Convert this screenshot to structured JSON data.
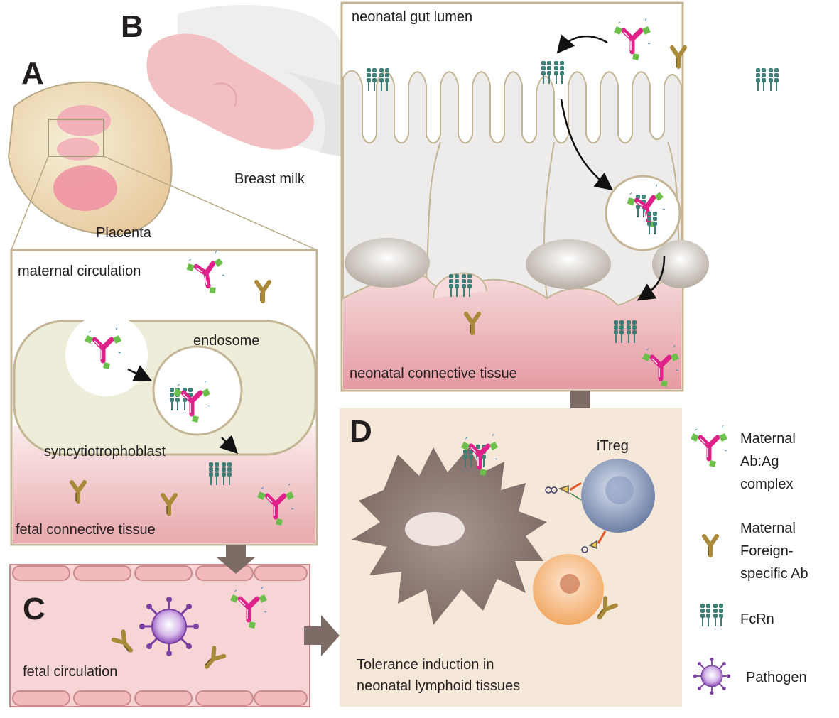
{
  "panels": {
    "a": {
      "letter": "A",
      "placenta_label": "Placenta"
    },
    "b": {
      "letter": "B",
      "breast_milk_label": "Breast milk",
      "gut_lumen_label": "neonatal gut lumen",
      "connective_tissue_label": "neonatal connective tissue"
    },
    "placenta_detail": {
      "maternal_circulation_label": "maternal circulation",
      "endosome_label": "endosome",
      "syncytiotrophoblast_label": "syncytiotrophoblast",
      "fetal_connective_label": "fetal connective tissue"
    },
    "c": {
      "letter": "C",
      "fetal_circulation_label": "fetal circulation"
    },
    "d": {
      "letter": "D",
      "itreg_label": "iTreg",
      "tolerance_line1": "Tolerance induction in",
      "tolerance_line2": "neonatal lymphoid tissues"
    }
  },
  "legend": {
    "items": [
      {
        "icon": "ab-ag-complex-icon",
        "lines": [
          "Maternal",
          "Ab:Ag",
          "complex"
        ]
      },
      {
        "icon": "antibody-icon",
        "lines": [
          "Maternal",
          "Foreign-",
          "specific Ab"
        ]
      },
      {
        "icon": "fcrn-icon",
        "lines": [
          "FcRn"
        ]
      },
      {
        "icon": "pathogen-icon",
        "lines": [
          "Pathogen"
        ]
      }
    ]
  },
  "colors": {
    "complex_pink": "#e0218a",
    "antigen_green": "#6cbf4b",
    "antibody_gold": "#a88a3a",
    "fcrn_teal": "#3f7f76",
    "pathogen_purple": "#7b3fa0",
    "arrow_gray": "#7d6b66"
  }
}
